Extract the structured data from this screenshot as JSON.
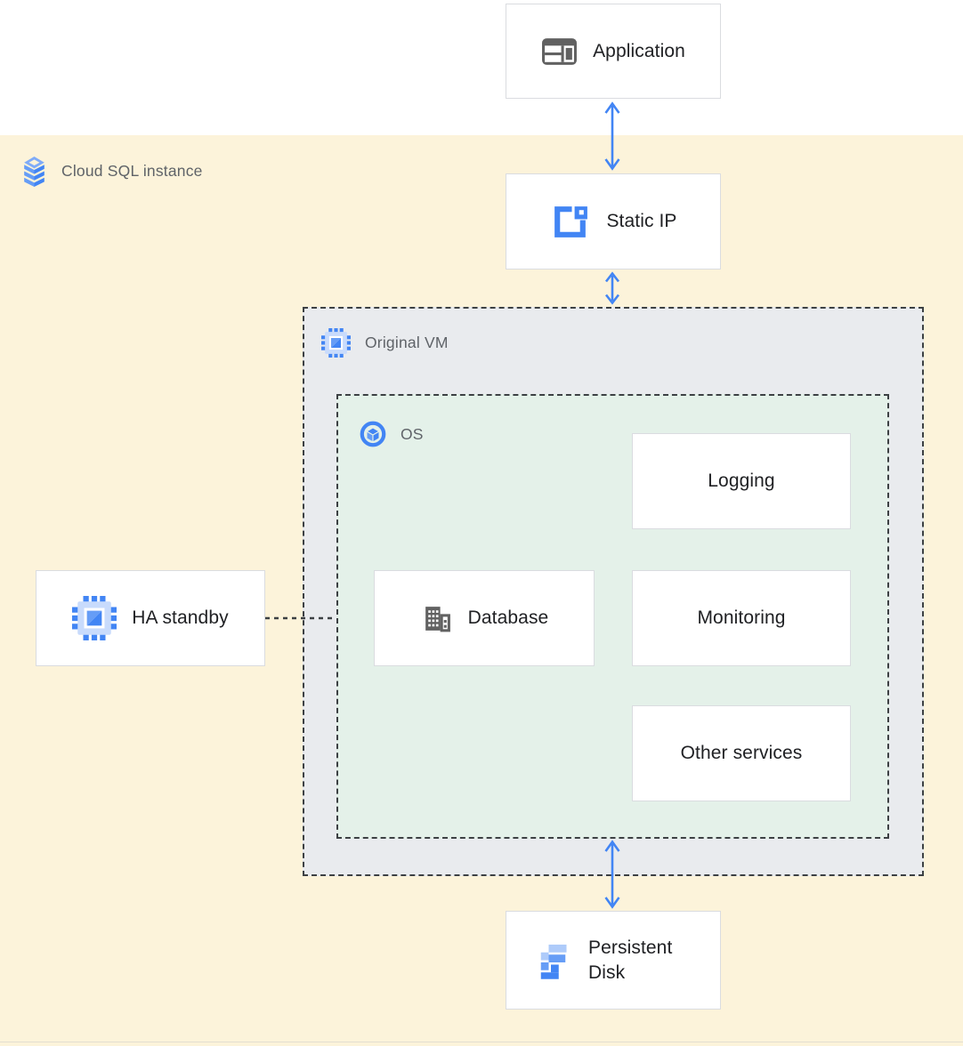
{
  "diagram": {
    "type": "architecture-diagram",
    "product": "Google Cloud"
  },
  "regions": {
    "cloud_sql": {
      "label": "Cloud SQL instance",
      "icon": "cloud-sql-icon",
      "background": "#fcf3da"
    },
    "original_vm": {
      "label": "Original VM",
      "icon": "compute-engine-icon",
      "background": "#e9ebee",
      "border_style": "dashed"
    },
    "os": {
      "label": "OS",
      "icon": "os-icon",
      "background": "#e4f1e9",
      "border_style": "dashed"
    }
  },
  "nodes": {
    "application": {
      "label": "Application",
      "icon": "application-icon"
    },
    "static_ip": {
      "label": "Static IP",
      "icon": "static-ip-icon"
    },
    "logging": {
      "label": "Logging"
    },
    "database": {
      "label": "Database",
      "icon": "database-icon"
    },
    "monitoring": {
      "label": "Monitoring"
    },
    "other_services": {
      "label": "Other services"
    },
    "ha_standby": {
      "label": "HA standby",
      "icon": "compute-engine-icon"
    },
    "persistent_disk": {
      "label": "Persistent Disk",
      "icon": "persistent-disk-icon"
    }
  },
  "connections": [
    {
      "from": "application",
      "to": "static_ip",
      "type": "bidirectional-arrow",
      "color": "#4285f4"
    },
    {
      "from": "static_ip",
      "to": "original_vm",
      "type": "bidirectional-arrow",
      "color": "#4285f4"
    },
    {
      "from": "os",
      "to": "persistent_disk",
      "type": "bidirectional-arrow",
      "color": "#4285f4"
    },
    {
      "from": "ha_standby",
      "to": "os",
      "type": "dashed-line",
      "color": "#3c4043"
    }
  ],
  "colors": {
    "blue_dark": "#4285f4",
    "blue_medium": "#669df6",
    "blue_light": "#aecbfa",
    "blue_pale": "#c8dbfc",
    "icon_gray": "#616161",
    "label_gray": "#5f6368",
    "text_dark": "#202124",
    "node_border": "#dadce0",
    "dashed_border": "#3c4043"
  }
}
